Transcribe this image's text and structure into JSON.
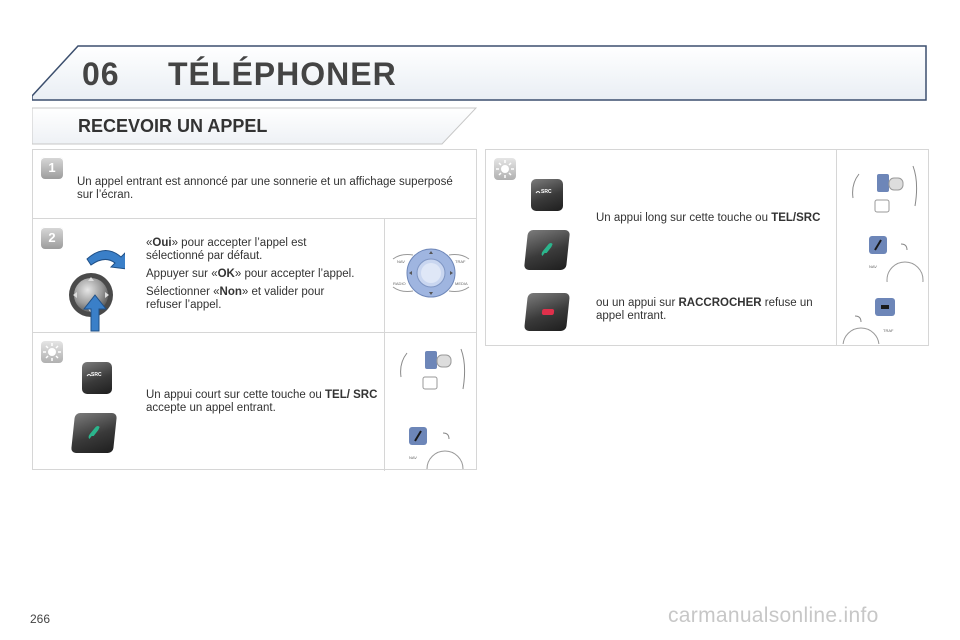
{
  "header": {
    "chapter_number": "06",
    "chapter_title": "TÉLÉPHONER"
  },
  "section": {
    "title": "RECEVOIR UN APPEL"
  },
  "left_panel": {
    "step1": {
      "badge": "1",
      "text": "Un appel entrant est annoncé par une sonnerie et un affichage superposé sur l’écran."
    },
    "step2": {
      "badge": "2",
      "p1_pre": "«",
      "p1_bold": "Oui",
      "p1_post": "» pour accepter l’appel est sélectionné par défaut.",
      "p2_pre": "Appuyer sur «",
      "p2_bold": "OK",
      "p2_post": "» pour accepter l’appel.",
      "p3_pre": "Sélectionner «",
      "p3_bold": "Non",
      "p3_post": "» et valider pour refuser l’appel.",
      "knob_labels": {
        "nav": "NAV",
        "traf": "TRAF",
        "radio": "RADIO",
        "media": "MEDIA"
      }
    },
    "step3": {
      "text_pre": "Un appui court sur cette touche ou ",
      "text_bold": "TEL/ SRC",
      "text_post": " accepte un appel entrant.",
      "btn_label": "SRC",
      "mini_label": "NAV"
    }
  },
  "right_panel": {
    "text1_pre": "Un appui long sur cette touche ou ",
    "text1_bold": "TEL/SRC",
    "text2_pre": "ou un appui sur ",
    "text2_bold": "RACCROCHER",
    "text2_post": " refuse un appel entrant.",
    "btn_label": "SRC",
    "mini_nav": "NAV",
    "mini_traf": "TRAF"
  },
  "footer": {
    "page_number": "266",
    "watermark": "carmanualsonline.info"
  },
  "colors": {
    "phone_green": "#2bb58c",
    "phone_red": "#e0304b",
    "arrow_blue": "#3a7fc8",
    "knob_blue": "#9fb5e0"
  }
}
